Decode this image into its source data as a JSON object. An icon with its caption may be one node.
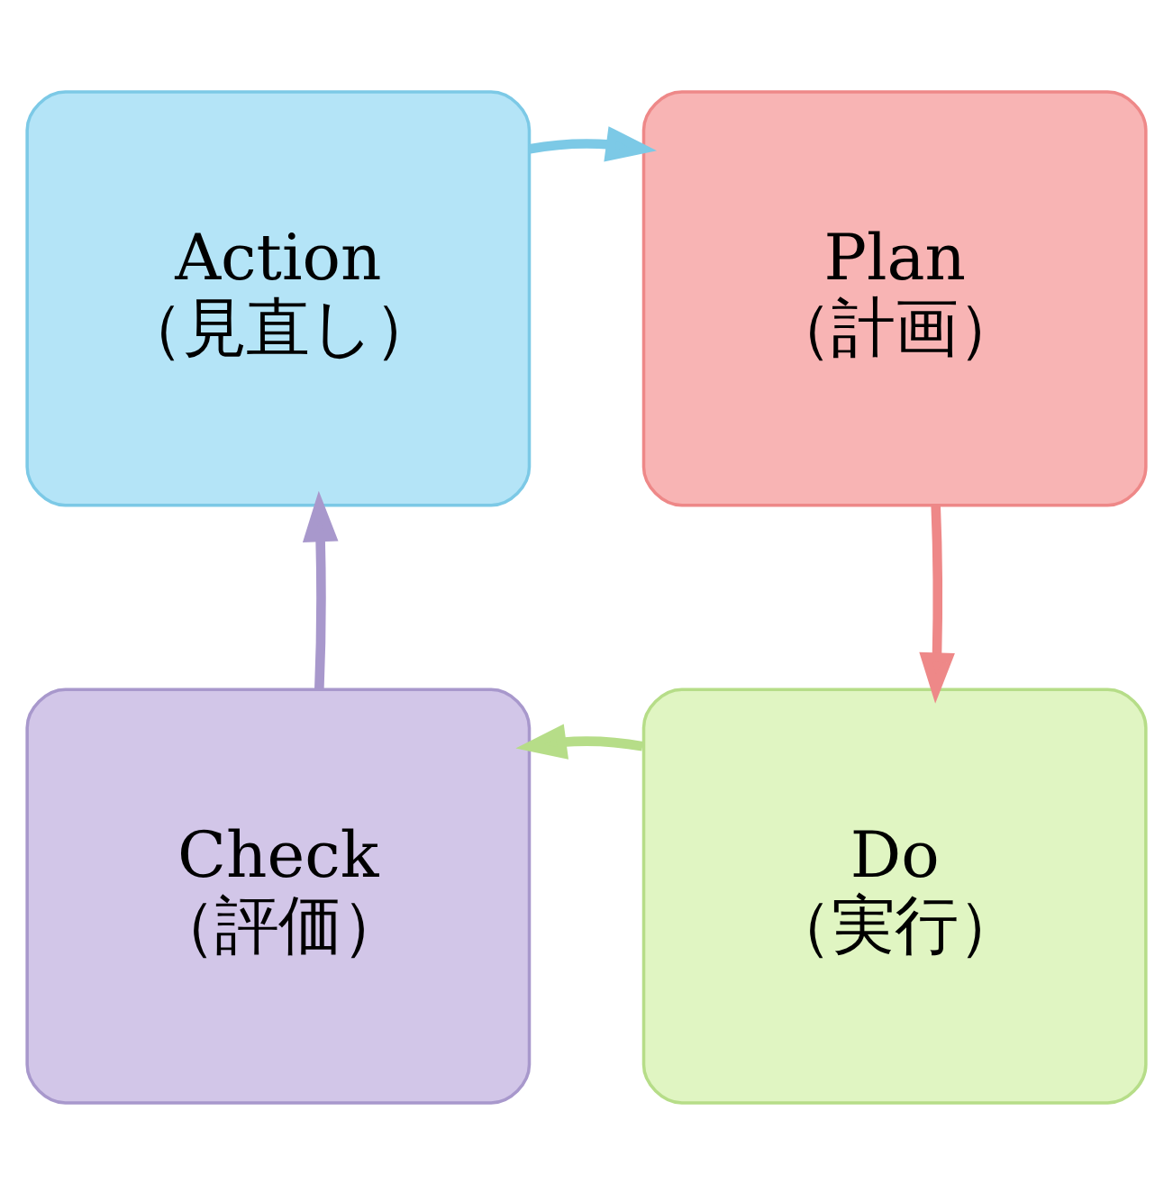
{
  "diagram": {
    "nodes": [
      {
        "text": [
          "Action",
          "（見直し）"
        ]
      },
      {
        "text": [
          "Plan",
          "（計画）"
        ]
      },
      {
        "text": [
          "Check",
          "（評価）"
        ]
      },
      {
        "text": [
          "Do",
          "（実行）"
        ]
      }
    ],
    "edges": [
      {
        "from": 0,
        "to": 1,
        "arrow": "to",
        "color": "#7cc9e6"
      },
      {
        "from": 1,
        "to": 3,
        "arrow": "to",
        "color": "#ee8888"
      },
      {
        "from": 3,
        "to": 2,
        "arrow": "to",
        "color": "#b6dd88"
      },
      {
        "from": 2,
        "to": 0,
        "arrow": "to",
        "color": "#a898cc"
      }
    ]
  }
}
